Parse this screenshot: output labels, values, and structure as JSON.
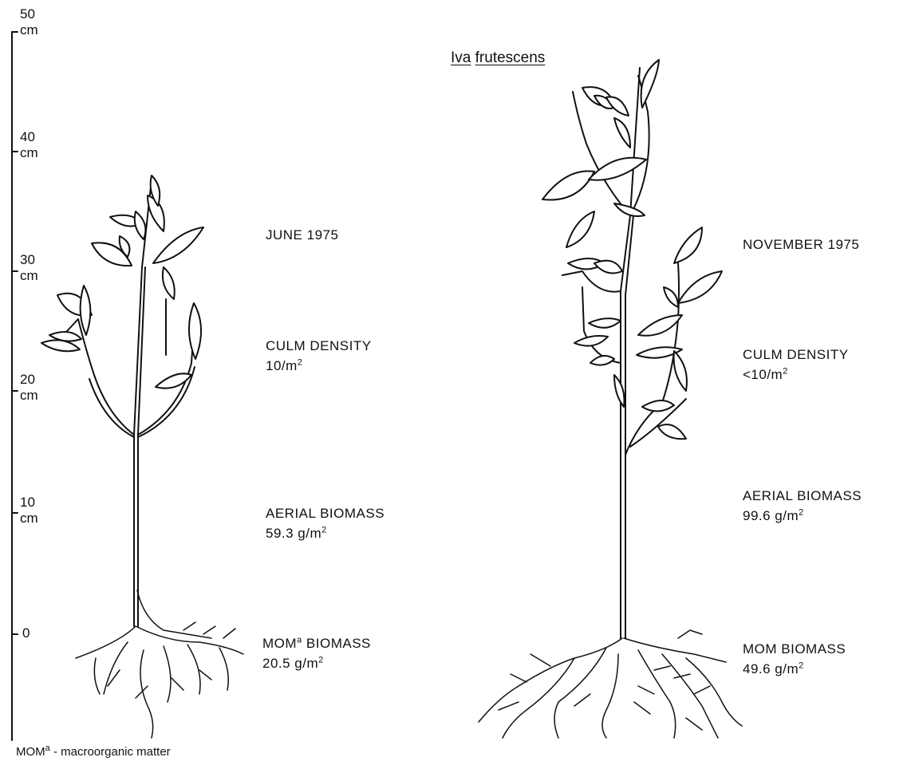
{
  "title": {
    "genus": "Iva",
    "species": "frutescens"
  },
  "scale": {
    "ticks": [
      {
        "value": "50",
        "unit": "cm"
      },
      {
        "value": "40",
        "unit": "cm"
      },
      {
        "value": "30",
        "unit": "cm"
      },
      {
        "value": "20",
        "unit": "cm"
      },
      {
        "value": "10",
        "unit": "cm"
      },
      {
        "value": "0",
        "unit": ""
      }
    ]
  },
  "june": {
    "date": "JUNE 1975",
    "culm_label": "CULM DENSITY",
    "culm_value": "10/m",
    "aerial_label": "AERIAL BIOMASS",
    "aerial_value": "59.3 g/m",
    "mom_prefix": "MOM",
    "mom_sup": "a",
    "mom_label": "BIOMASS",
    "mom_value": "20.5 g/m",
    "unit_sup": "2"
  },
  "november": {
    "date": "NOVEMBER 1975",
    "culm_label": "CULM DENSITY",
    "culm_value": "<10/m",
    "aerial_label": "AERIAL BIOMASS",
    "aerial_value": "99.6 g/m",
    "mom_label": "MOM BIOMASS",
    "mom_value": "49.6 g/m",
    "unit_sup": "2"
  },
  "footnote": {
    "term": "MOM",
    "sup": "a",
    "text": " - macroorganic matter"
  }
}
